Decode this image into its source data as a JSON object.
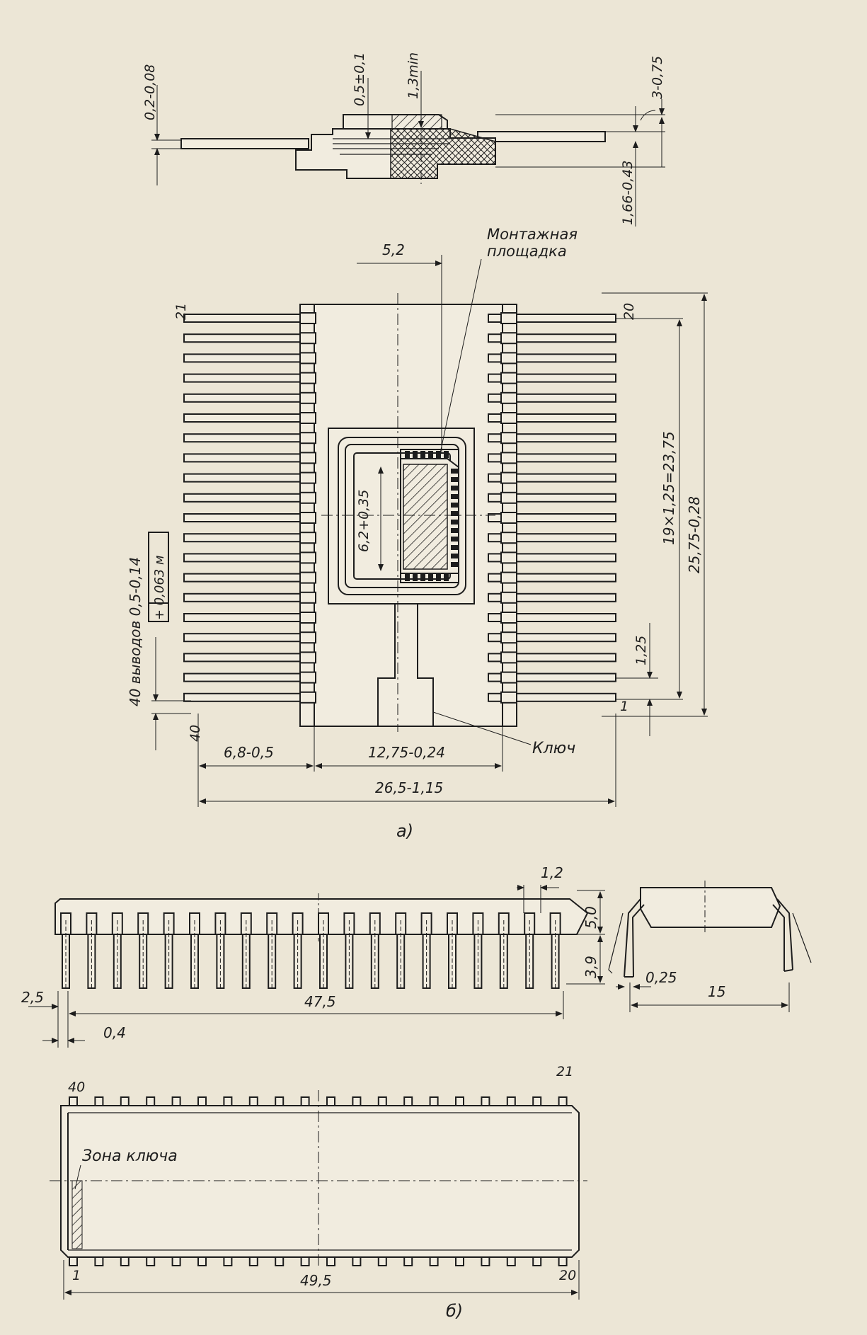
{
  "figure_a": {
    "side_view": {
      "dim_thickness": "0,2-0,08",
      "dim_cover": "0,5±0,1",
      "dim_min": "1,3min",
      "dim_right_top": "3-0,75",
      "dim_right_bottom": "1,66-0,43"
    },
    "plan_view": {
      "label_mount_line1": "Монтажная",
      "label_mount_line2": "площадка",
      "dim_offset": "5,2",
      "pin_top_left": "21",
      "pin_top_right": "20",
      "pin_bottom_left": "40",
      "pin_bottom_right": "1",
      "dim_pitch_total": "19×1,25=23,75",
      "dim_height": "25,75-0,28",
      "dim_pitch": "1,25",
      "dim_die": "6,2+0,35",
      "dim_leads_text": "40 выводов 0,5-0,14",
      "dim_leads_tol": "+ 0,063 м",
      "dim_lead_len": "6,8-0,5",
      "dim_body_width": "12,75-0,24",
      "dim_total_width": "26,5-1,15",
      "label_key": "Ключ"
    },
    "caption": "а)"
  },
  "figure_b": {
    "front_view": {
      "dim_pitch": "1,2",
      "dim_body_h": "5,0",
      "dim_lead_h": "3,9",
      "dim_offset": "2,5",
      "dim_span": "47,5",
      "dim_lead_w": "0,4"
    },
    "end_view": {
      "dim_lead_t": "0,25",
      "dim_width": "15"
    },
    "top_view": {
      "pin_top_left": "40",
      "pin_top_right": "21",
      "pin_bottom_left": "1",
      "pin_bottom_right": "20",
      "label_key_zone": "Зона ключа",
      "dim_length": "49,5"
    },
    "caption": "б)"
  }
}
